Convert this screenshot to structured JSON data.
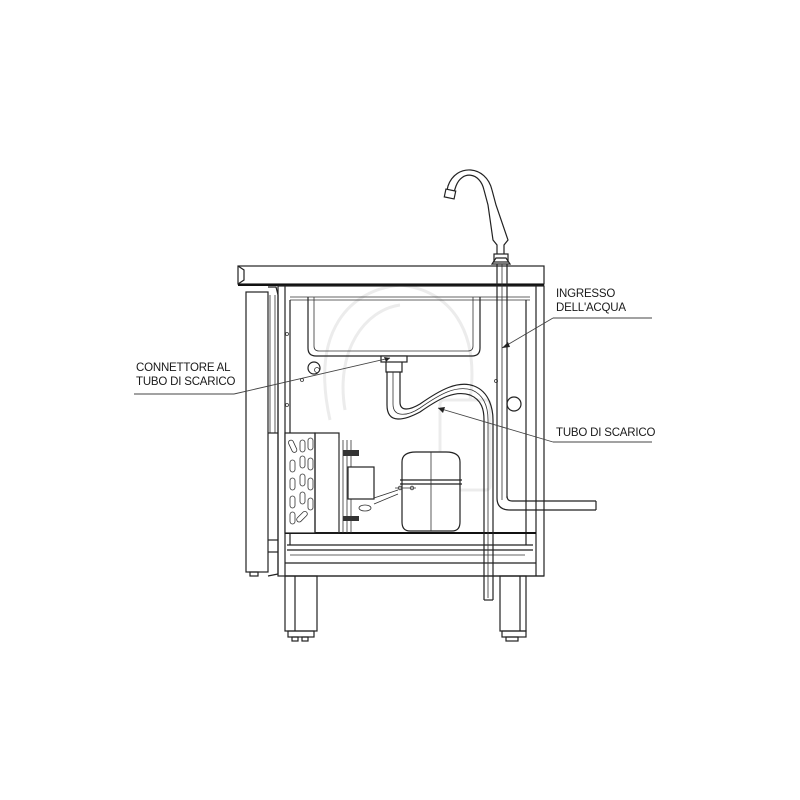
{
  "diagram": {
    "type": "technical-line-drawing",
    "subject": "Refrigerated sink cabinet – side section view",
    "stroke_color": "#222222",
    "background_color": "#ffffff",
    "labels": [
      {
        "id": "drain-connector",
        "lines": [
          "CONNETTORE AL",
          "TUBO DI SCARICO"
        ]
      },
      {
        "id": "water-inlet",
        "lines": [
          "INGRESSO",
          "DELL'ACQUA"
        ]
      },
      {
        "id": "drain-pipe",
        "lines": [
          "TUBO DI SCARICO"
        ]
      }
    ],
    "components": [
      "faucet",
      "worktop",
      "sink-basin",
      "drain-connector",
      "drain-pipe",
      "water-inlet-pipe",
      "condenser",
      "fan",
      "compressor",
      "cabinet-frame",
      "door-panel",
      "legs"
    ]
  }
}
